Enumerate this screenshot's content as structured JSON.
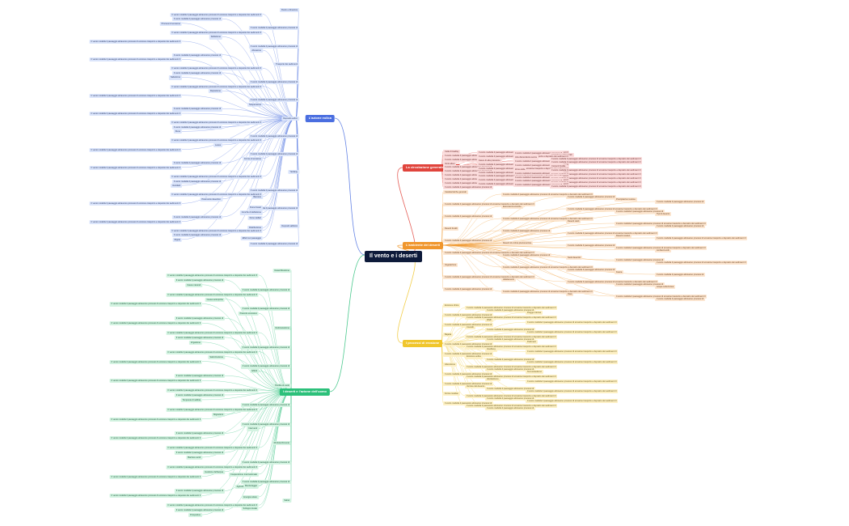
{
  "root": {
    "title": "Il vento e i deserti"
  },
  "branches": [
    {
      "id": "blue",
      "title": "L'azione eolica",
      "color": "#4a6ee0",
      "headings": [
        "Ruolo e dinamica",
        "Processi di erosione",
        "Deflazione",
        "Abrasione",
        "Trasporto dei sedimenti",
        "Saltazione",
        "Reptazione",
        "Sospensione",
        "Deposito eolico",
        "Dune",
        "Loess",
        "Forme di erosione",
        "Yardang",
        "Ventifatti",
        "Pavimento desertico",
        "Conche di deflazione",
        "Depositi sabbiosi",
        "Ripple",
        "Barcane",
        "Dune lineari",
        "Dune stellari",
        "Distribuzione",
        "Effetti sul paesaggio"
      ]
    },
    {
      "id": "red",
      "title": "La circolazione generale dell'aria",
      "color": "#e0443c",
      "headings": [
        "Celle di Hadley",
        "Anticicloni subtropicali",
        "Aria discendente secca",
        "Fasce di alta pressione",
        "Venti alisei",
        "Correnti fredde",
        "Zone aride"
      ]
    },
    {
      "id": "orange",
      "title": "L'ambiente dei deserti",
      "color": "#f0962c",
      "headings": [
        "Caratteristiche generali",
        "Precipitazioni scarse",
        "Escursioni termiche",
        "Tipi di deserto",
        "Deserti caldi",
        "Deserti freddi",
        "Deserti costieri",
        "Deserti di ombra pluviometrica",
        "Ambienti aridi",
        "Suoli desertici",
        "Vegetazione",
        "Fauna",
        "Adattamenti",
        "Acqua sotterranea",
        "Oasi"
      ]
    },
    {
      "id": "yellow",
      "title": "I processi di erosione",
      "color": "#f0c62c",
      "headings": [
        "Erosione idrica",
        "Piogge intense",
        "Wadi",
        "Conoidi",
        "Bajada",
        "Pediment",
        "Inselberg",
        "Erosione eolica",
        "Alterazione",
        "Termoclastismo",
        "Aloclastismo",
        "Vernice del deserto",
        "Forme residue"
      ]
    },
    {
      "id": "green",
      "title": "I deserti e l'azione dell'uomo",
      "color": "#2cc07a",
      "headings": [
        "Desertificazione",
        "Cause naturali",
        "Cause antropiche",
        "Pascolo eccessivo",
        "Deforestazione",
        "Irrigazione",
        "Salinizzazione",
        "Effetti",
        "Perdita di suolo",
        "Tempeste di sabbia",
        "Migrazioni",
        "Interventi",
        "Rimboschimento",
        "Barriere verdi",
        "Gestione dell'acqua",
        "Agricoltura sostenibile",
        "Sahel",
        "Prospettive",
        "Cooperazione internazionale",
        "Monitoraggio",
        "Energia solare",
        "Sviluppo locale"
      ]
    }
  ]
}
